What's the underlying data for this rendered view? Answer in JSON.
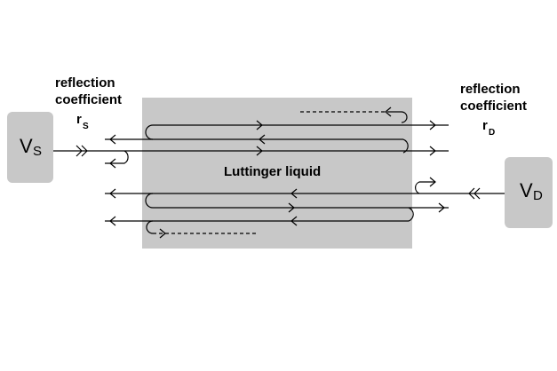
{
  "colors": {
    "box_fill": "#c8c8c8",
    "line": "#000000",
    "background": "#ffffff"
  },
  "source": {
    "symbol": "V",
    "subscript": "S"
  },
  "drain": {
    "symbol": "V",
    "subscript": "D"
  },
  "left_label": {
    "line1": "reflection",
    "line2": "coefficient",
    "symbol": "r",
    "subscript": "S"
  },
  "right_label": {
    "line1": "reflection",
    "line2": "coefficient",
    "symbol": "r",
    "subscript": "D"
  },
  "wire_label": "Luttinger liquid"
}
